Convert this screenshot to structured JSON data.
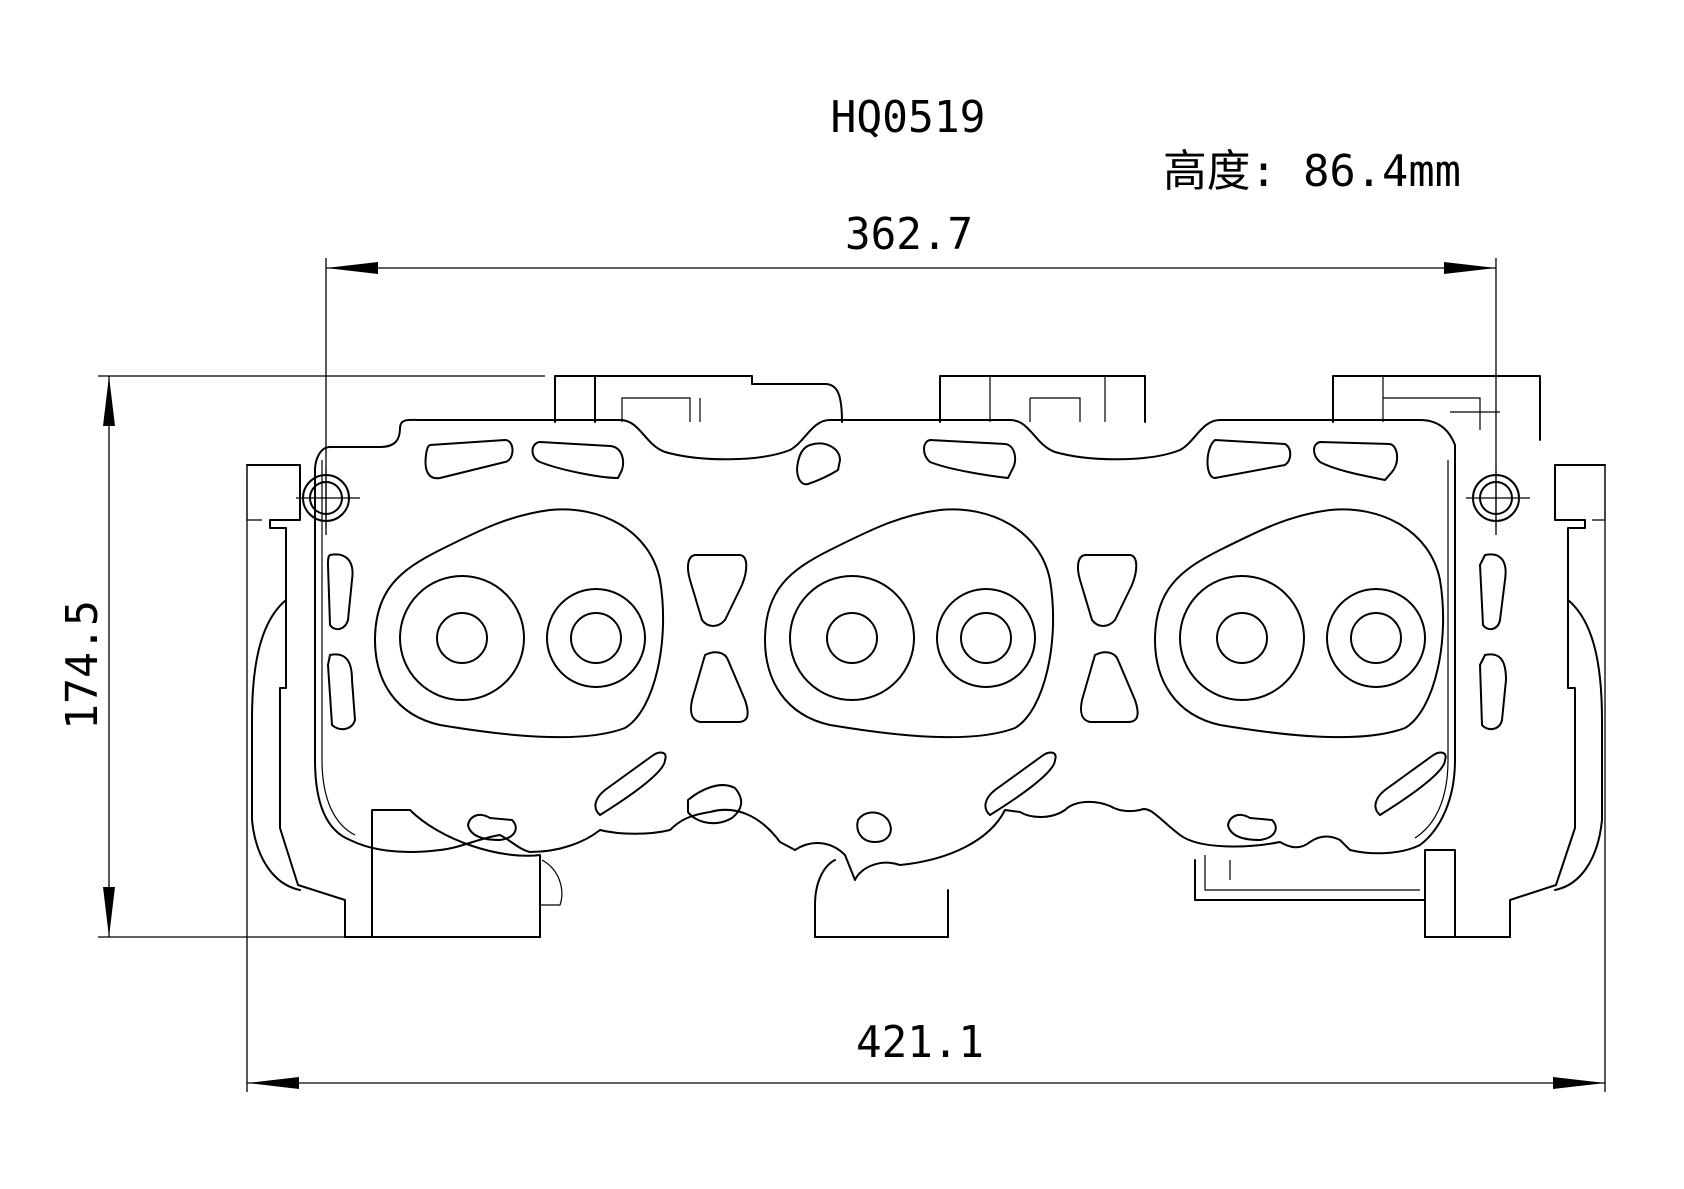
{
  "title": "HQ0519",
  "height_label": "高度: 86.4mm",
  "dimensions": {
    "top_width": "362.7",
    "overall_width": "421.1",
    "overall_height": "174.5"
  }
}
